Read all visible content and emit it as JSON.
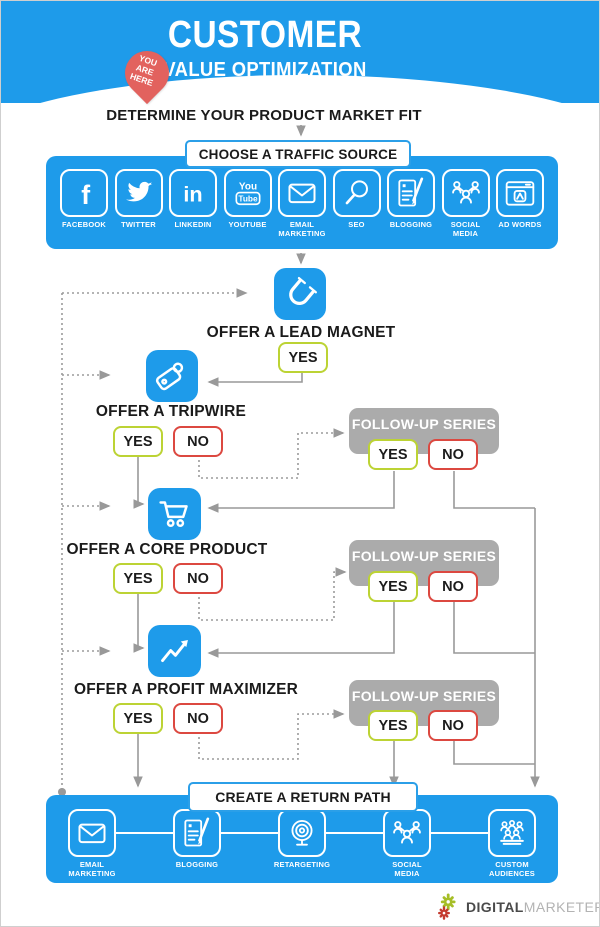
{
  "header": {
    "title": "CUSTOMER",
    "subtitle": "VALUE OPTIMIZATION",
    "pin": {
      "line1": "YOU",
      "line2": "ARE",
      "line3": "HERE"
    }
  },
  "flow": {
    "market_fit": "DETERMINE YOUR PRODUCT MARKET FIT",
    "traffic_source_title": "CHOOSE A TRAFFIC SOURCE",
    "return_path_title": "CREATE A RETURN PATH"
  },
  "traffic_sources": [
    {
      "label": "FACEBOOK",
      "icon": "facebook-icon",
      "glyph": "f"
    },
    {
      "label": "TWITTER",
      "icon": "twitter-icon"
    },
    {
      "label": "LINKEDIN",
      "icon": "linkedin-icon",
      "glyph": "in"
    },
    {
      "label": "YOUTUBE",
      "icon": "youtube-icon",
      "glyph_top": "You",
      "glyph_bottom": "Tube"
    },
    {
      "label": "EMAIL\nMARKETING",
      "icon": "email-icon"
    },
    {
      "label": "SEO",
      "icon": "magnifier-icon"
    },
    {
      "label": "BLOGGING",
      "icon": "blogging-icon"
    },
    {
      "label": "SOCIAL\nMEDIA",
      "icon": "social-media-icon"
    },
    {
      "label": "AD WORDS",
      "icon": "adwords-icon"
    }
  ],
  "funnel": {
    "lead_magnet": {
      "label": "OFFER A LEAD MAGNET",
      "yes": "YES"
    },
    "tripwire": {
      "label": "OFFER A TRIPWIRE",
      "yes": "YES",
      "no": "NO"
    },
    "core_product": {
      "label": "OFFER A CORE PRODUCT",
      "yes": "YES",
      "no": "NO"
    },
    "profit_maximizer": {
      "label": "OFFER A PROFIT MAXIMIZER",
      "yes": "YES",
      "no": "NO"
    }
  },
  "followups": [
    {
      "label": "FOLLOW-UP SERIES",
      "yes": "YES",
      "no": "NO"
    },
    {
      "label": "FOLLOW-UP SERIES",
      "yes": "YES",
      "no": "NO"
    },
    {
      "label": "FOLLOW-UP SERIES",
      "yes": "YES",
      "no": "NO"
    }
  ],
  "return_channels": [
    {
      "label": "EMAIL\nMARKETING",
      "icon": "email-icon"
    },
    {
      "label": "BLOGGING",
      "icon": "blogging-icon"
    },
    {
      "label": "RETARGETING",
      "icon": "retargeting-icon"
    },
    {
      "label": "SOCIAL\nMEDIA",
      "icon": "social-media-icon"
    },
    {
      "label": "CUSTOM\nAUDIENCES",
      "icon": "custom-audiences-icon"
    }
  ],
  "footer": {
    "brand_bold": "DIGITAL",
    "brand_light": "MARKETER"
  },
  "colors": {
    "blue": "#1E9BEA",
    "yes_green": "#BCD334",
    "no_red": "#DC4840",
    "followup_gray": "#ABABAB",
    "connector_gray": "#999999",
    "pin_red": "#E2625E"
  }
}
